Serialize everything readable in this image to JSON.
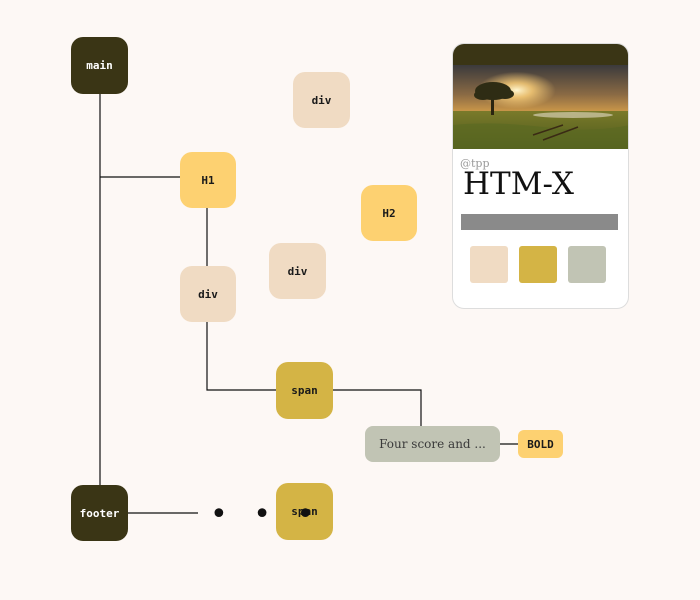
{
  "nodes": {
    "main": "main",
    "h1": "H1",
    "div_left": "div",
    "span_mid": "span",
    "footer": "footer",
    "span_bottom": "span",
    "div_top": "div",
    "h2": "H2",
    "div_center": "div",
    "text": "Four score and ...",
    "bold": "BOLD"
  },
  "ellipsis": "• • •",
  "card": {
    "handle": "@tpp",
    "title": "HTM-X",
    "swatches": [
      "#f0dbc3",
      "#d4b445",
      "#c1c4b4"
    ]
  },
  "colors": {
    "dark": "#3a3515",
    "yellow": "#fdd171",
    "beige": "#f0dbc3",
    "gold": "#d4b445",
    "grey": "#c1c4b4",
    "background": "#fdf8f5"
  }
}
